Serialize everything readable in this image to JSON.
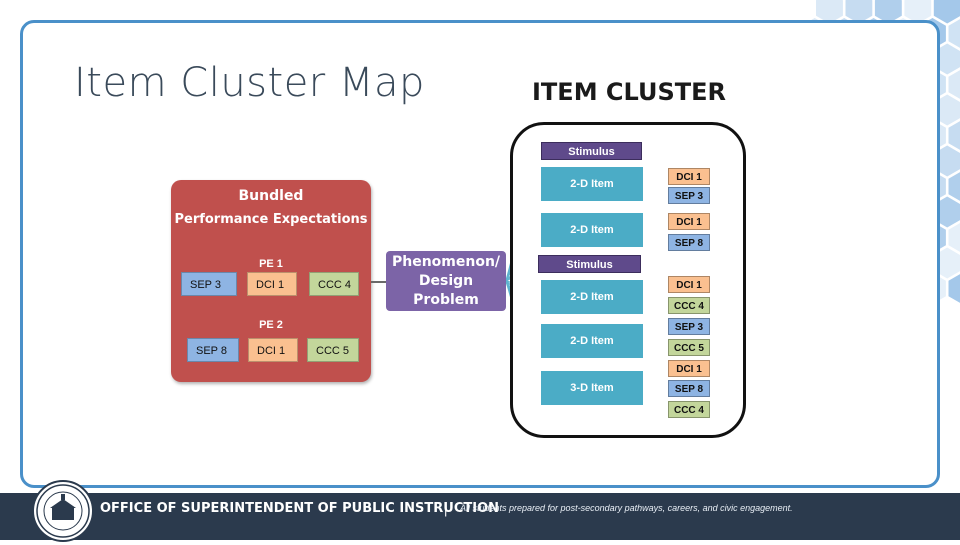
{
  "slide": {
    "title": "Item Cluster Map",
    "cluster_heading": "ITEM CLUSTER"
  },
  "bundle": {
    "title_line1": "Bundled",
    "title_line2": "Performance Expectations",
    "pe1": {
      "label": "PE 1",
      "chips": [
        "SEP 3",
        "DCI 1",
        "CCC 4"
      ]
    },
    "pe2": {
      "label": "PE 2",
      "chips": [
        "SEP 8",
        "DCI 1",
        "CCC 5"
      ]
    }
  },
  "phenomenon": {
    "line1": "Phenomenon/",
    "line2": "Design Problem"
  },
  "cluster": {
    "stimulus1": "Stimulus",
    "stimulus2": "Stimulus",
    "items": [
      {
        "label": "2-D Item",
        "tags": [
          "DCI 1",
          "SEP 3"
        ]
      },
      {
        "label": "2-D Item",
        "tags": [
          "DCI 1",
          "SEP 8"
        ]
      },
      {
        "label": "2-D Item",
        "tags": [
          "DCI 1",
          "CCC 4"
        ]
      },
      {
        "label": "2-D Item",
        "tags": [
          "SEP 3",
          "CCC 5"
        ]
      },
      {
        "label": "3-D Item",
        "tags": [
          "DCI 1",
          "SEP 8",
          "CCC 4"
        ]
      }
    ]
  },
  "footer": {
    "org": "OFFICE OF SUPERINTENDENT OF PUBLIC INSTRUCTION",
    "separator": "|",
    "tagline": "All students prepared for post-secondary pathways, careers, and civic engagement."
  },
  "colors": {
    "frame": "#4a90c9",
    "bundle": "#c0504d",
    "phenomenon": "#7c64a7",
    "stimulus": "#5f4a8b",
    "item": "#4bacc6",
    "sep": "#8eb4e3",
    "dci": "#fac090",
    "ccc": "#c3d69b",
    "footer": "#2b3a4d"
  }
}
